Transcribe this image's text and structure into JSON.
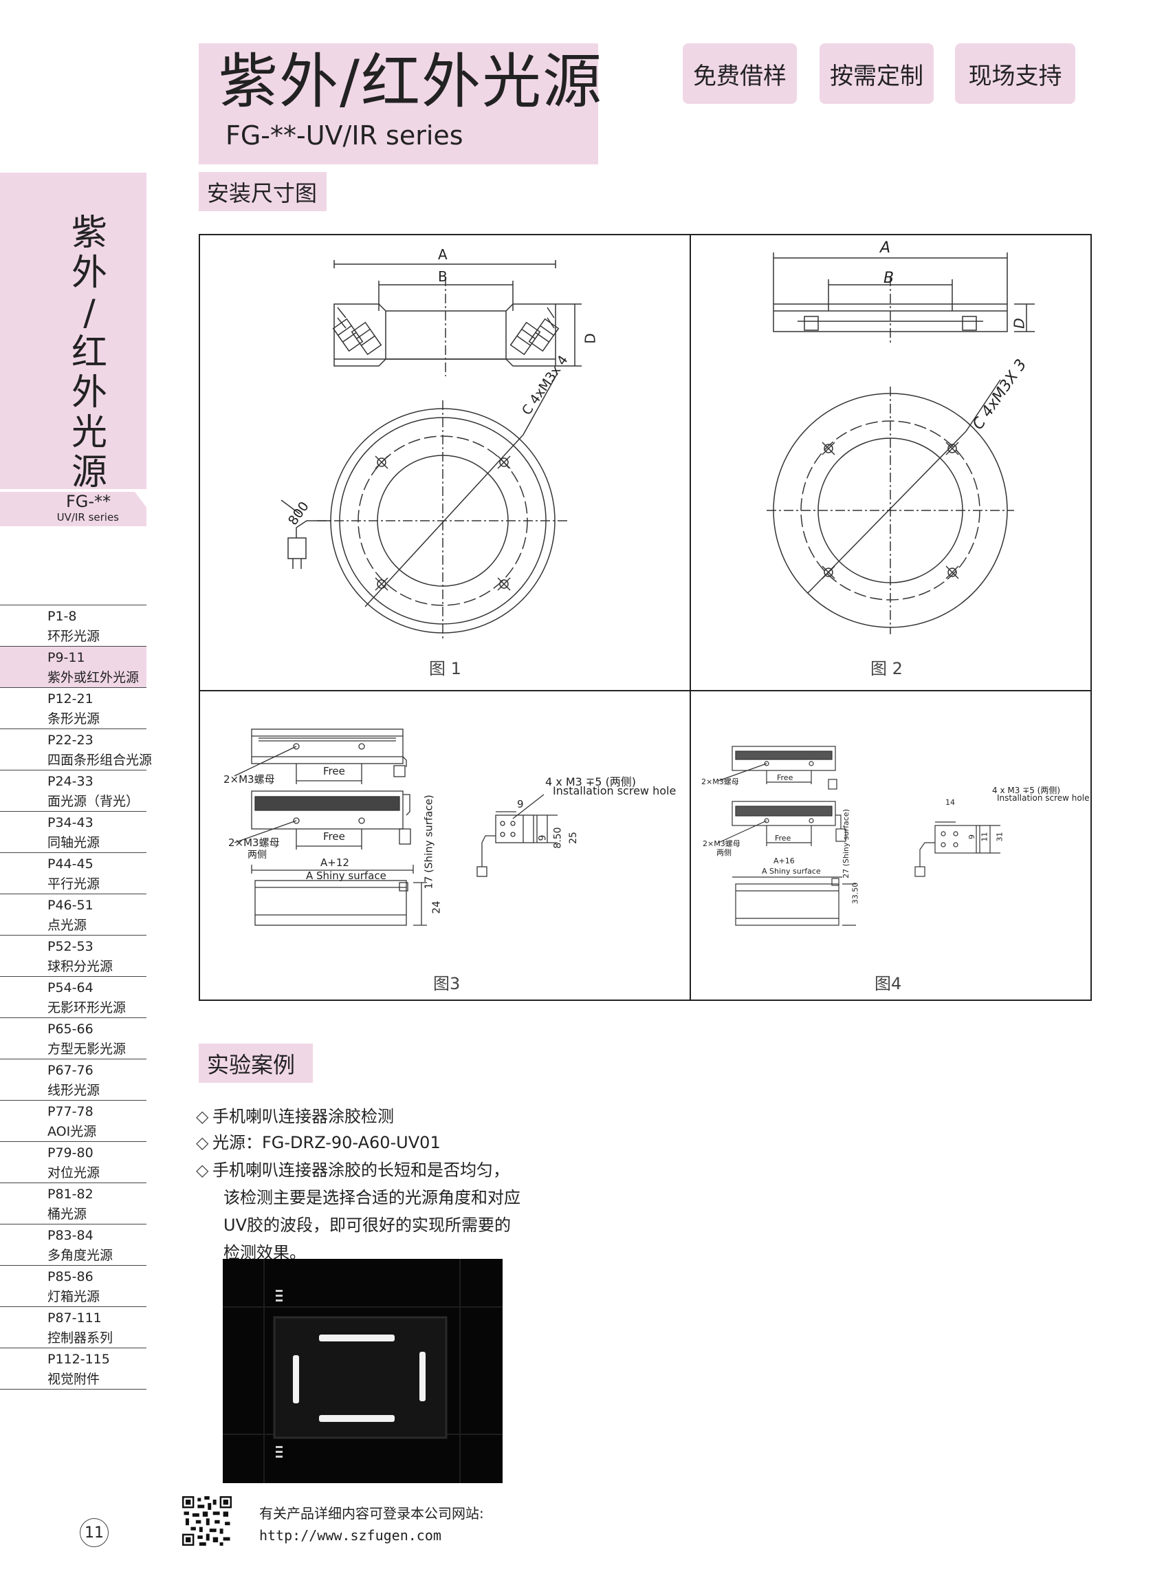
{
  "header": {
    "title_cn": "紫外/红外光源",
    "title_en": "FG-**-UV/IR series",
    "tags": [
      "免费借样",
      "按需定制",
      "现场支持"
    ]
  },
  "sidebar": {
    "vertical_title": "紫外/红外光源",
    "series_label": "FG-**",
    "series_sub": "UV/IR series",
    "nav": [
      {
        "pages": "P1-8",
        "name": "环形光源"
      },
      {
        "pages": "P9-11",
        "name": "紫外或红外光源",
        "active": true
      },
      {
        "pages": "P12-21",
        "name": "条形光源"
      },
      {
        "pages": "P22-23",
        "name": "四面条形组合光源"
      },
      {
        "pages": "P24-33",
        "name": "面光源（背光）"
      },
      {
        "pages": "P34-43",
        "name": "同轴光源"
      },
      {
        "pages": "P44-45",
        "name": "平行光源"
      },
      {
        "pages": "P46-51",
        "name": "点光源"
      },
      {
        "pages": "P52-53",
        "name": "球积分光源"
      },
      {
        "pages": "P54-64",
        "name": "无影环形光源"
      },
      {
        "pages": "P65-66",
        "name": "方型无影光源"
      },
      {
        "pages": "P67-76",
        "name": "线形光源"
      },
      {
        "pages": "P77-78",
        "name": "AOI光源"
      },
      {
        "pages": "P79-80",
        "name": "对位光源"
      },
      {
        "pages": "P81-82",
        "name": "桶光源"
      },
      {
        "pages": "P83-84",
        "name": "多角度光源"
      },
      {
        "pages": "P85-86",
        "name": "灯箱光源"
      },
      {
        "pages": "P87-111",
        "name": "控制器系列"
      },
      {
        "pages": "P112-115",
        "name": "视觉附件"
      }
    ]
  },
  "install": {
    "heading": "安装尺寸图",
    "fig1": {
      "caption": "图 1",
      "dim_a": "A",
      "dim_b": "B",
      "dim_d": "D",
      "hole": "C 4xM3x 4",
      "cable": "800"
    },
    "fig2": {
      "caption": "图 2",
      "dim_a": "A",
      "dim_b": "B",
      "dim_d": "D",
      "hole": "C 4xM3X 3"
    },
    "fig3": {
      "caption": "图3",
      "nut1": "2×M3螺母",
      "free1": "Free",
      "nut2": "2×M3螺母",
      "nut2_sub": "两侧",
      "free2": "Free",
      "width": "A+12",
      "surface": "A Shiny surface",
      "side_surface": "17 (Shiny surface)",
      "height": "24",
      "screw": "4 x  M3 ∓5 (两侧)",
      "screw_en": "Installation screw hole",
      "d9": "9",
      "d9b": "9",
      "d850": "8.50",
      "d25": "25"
    },
    "fig4": {
      "caption": "图4",
      "nut1": "2×M3螺母",
      "free1": "Free",
      "nut2": "2×M3螺母",
      "nut2_sub": "两侧",
      "free2": "Free",
      "width": "A+16",
      "surface": "A Shiny surface",
      "side_surface": "27 (Shiny surface)",
      "height": "33.50",
      "screw": "4 x  M3 ∓5 (两侧)",
      "screw_en": "Installation screw hole",
      "d14": "14",
      "d9": "9",
      "d11": "11",
      "d31": "31"
    }
  },
  "case": {
    "heading": "实验案例",
    "bullets": [
      "手机喇叭连接器涂胶检测",
      "光源：FG-DRZ-90-A60-UV01",
      "手机喇叭连接器涂胶的长短和是否均匀，"
    ],
    "paragraph": [
      "该检测主要是选择合适的光源角度和对应",
      "UV胶的波段，即可很好的实现所需要的",
      "检测效果。"
    ]
  },
  "footer": {
    "line1": "有关产品详细内容可登录本公司网站:",
    "line2": "http://www.szfugen.com",
    "page_number": "11"
  },
  "colors": {
    "accent_pink": "#f0d7e6",
    "line": "#222222"
  }
}
